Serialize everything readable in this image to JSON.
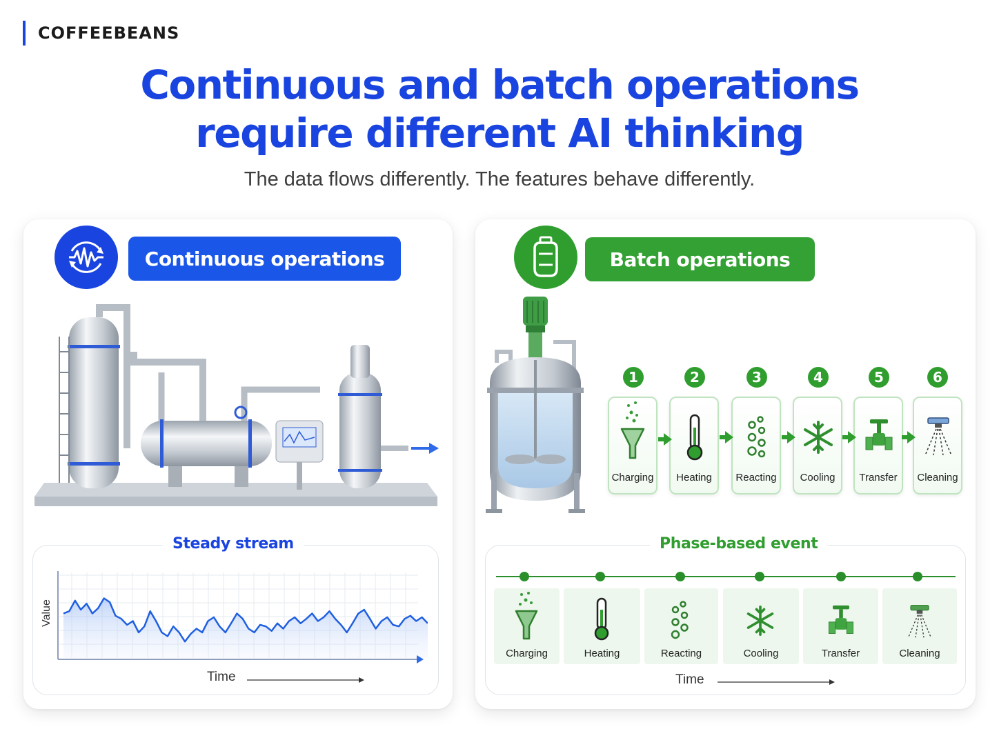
{
  "brand": {
    "name": "COFFEEBEANS"
  },
  "header": {
    "title_line1": "Continuous and batch operations",
    "title_line2": "require different AI thinking",
    "subtitle": "The data flows differently. The features behave differently."
  },
  "continuous": {
    "label": "Continuous operations",
    "chart_title": "Steady stream",
    "ylabel": "Value",
    "xlabel": "Time",
    "color": "#1a44e0"
  },
  "batch": {
    "label": "Batch operations",
    "timeline_title": "Phase-based event",
    "xlabel": "Time",
    "color": "#2f9e2f",
    "steps": [
      {
        "number": "1",
        "label": "Charging",
        "icon": "funnel-icon"
      },
      {
        "number": "2",
        "label": "Heating",
        "icon": "thermometer-icon"
      },
      {
        "number": "3",
        "label": "Reacting",
        "icon": "bubbles-icon"
      },
      {
        "number": "4",
        "label": "Cooling",
        "icon": "snowflake-icon"
      },
      {
        "number": "5",
        "label": "Transfer",
        "icon": "valve-icon"
      },
      {
        "number": "6",
        "label": "Cleaning",
        "icon": "spray-nozzle-icon"
      }
    ],
    "phases": [
      "Charging",
      "Heating",
      "Reacting",
      "Cooling",
      "Transfer",
      "Cleaning"
    ]
  },
  "chart_data": {
    "type": "line",
    "title": "Steady stream",
    "xlabel": "Time",
    "ylabel": "Value",
    "series": [
      {
        "values": [
          0.55,
          0.58,
          0.72,
          0.6,
          0.68,
          0.55,
          0.62,
          0.75,
          0.7,
          0.52,
          0.48,
          0.4,
          0.45,
          0.3,
          0.38,
          0.58,
          0.45,
          0.3,
          0.25,
          0.38,
          0.3,
          0.18,
          0.28,
          0.35,
          0.3,
          0.45,
          0.5,
          0.38,
          0.3,
          0.42,
          0.55,
          0.48,
          0.35,
          0.3,
          0.4,
          0.38,
          0.32,
          0.42,
          0.35,
          0.45,
          0.5,
          0.42,
          0.48,
          0.55,
          0.45,
          0.5,
          0.58,
          0.48,
          0.4,
          0.3,
          0.42,
          0.55,
          0.6,
          0.48,
          0.35,
          0.45,
          0.5,
          0.4,
          0.38,
          0.48,
          0.52,
          0.45,
          0.5,
          0.42
        ]
      }
    ],
    "grid": true,
    "ylim": [
      0,
      1
    ]
  }
}
